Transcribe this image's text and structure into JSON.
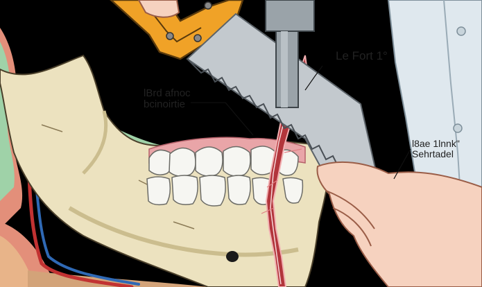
{
  "labels": {
    "top_right": "Le Fort 1°",
    "left_line1": "lBrd afnoc",
    "left_line2": "bcinoirtie",
    "right_line1": "l8ae 1lnnk\"",
    "right_line2": "Sehrtadel"
  },
  "colors": {
    "background": "#000000",
    "bone": "#ece2bf",
    "bone_shadow": "#cbbd8e",
    "gum": "#e9a5a8",
    "tooth": "#f6f6f2",
    "saw_blade": "#c3c9ce",
    "saw_handle": "#f0a227",
    "coat": "#dfe8ee",
    "skin": "#f6d2bf",
    "incision": "#b2353b",
    "artery": "#c23232",
    "vein": "#2f69b5"
  }
}
